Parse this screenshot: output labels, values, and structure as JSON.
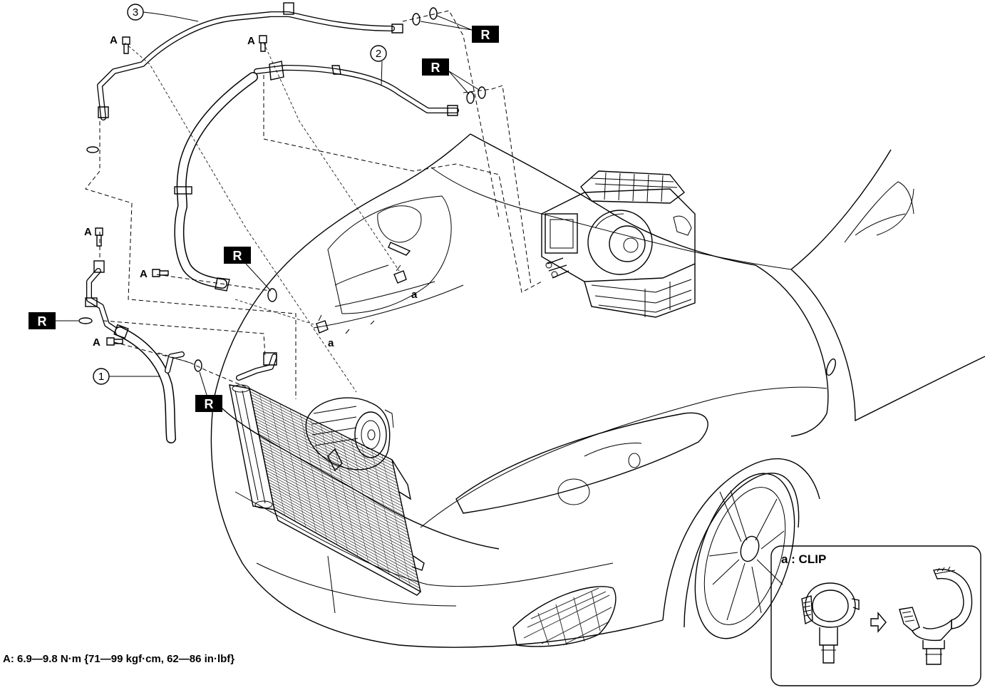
{
  "callouts": {
    "item1": "1",
    "item2": "2",
    "item3": "3"
  },
  "bolt_label": "A",
  "oring_label": "R",
  "clip_label": "a",
  "inset": {
    "title": "a : CLIP"
  },
  "torque_spec": "A: 6.9—9.8 N·m {71—99 kgf·cm, 62—86 in·lbf}",
  "icons": [
    "bolt-icon",
    "o-ring-icon",
    "clip-icon",
    "arrow-right-icon"
  ]
}
